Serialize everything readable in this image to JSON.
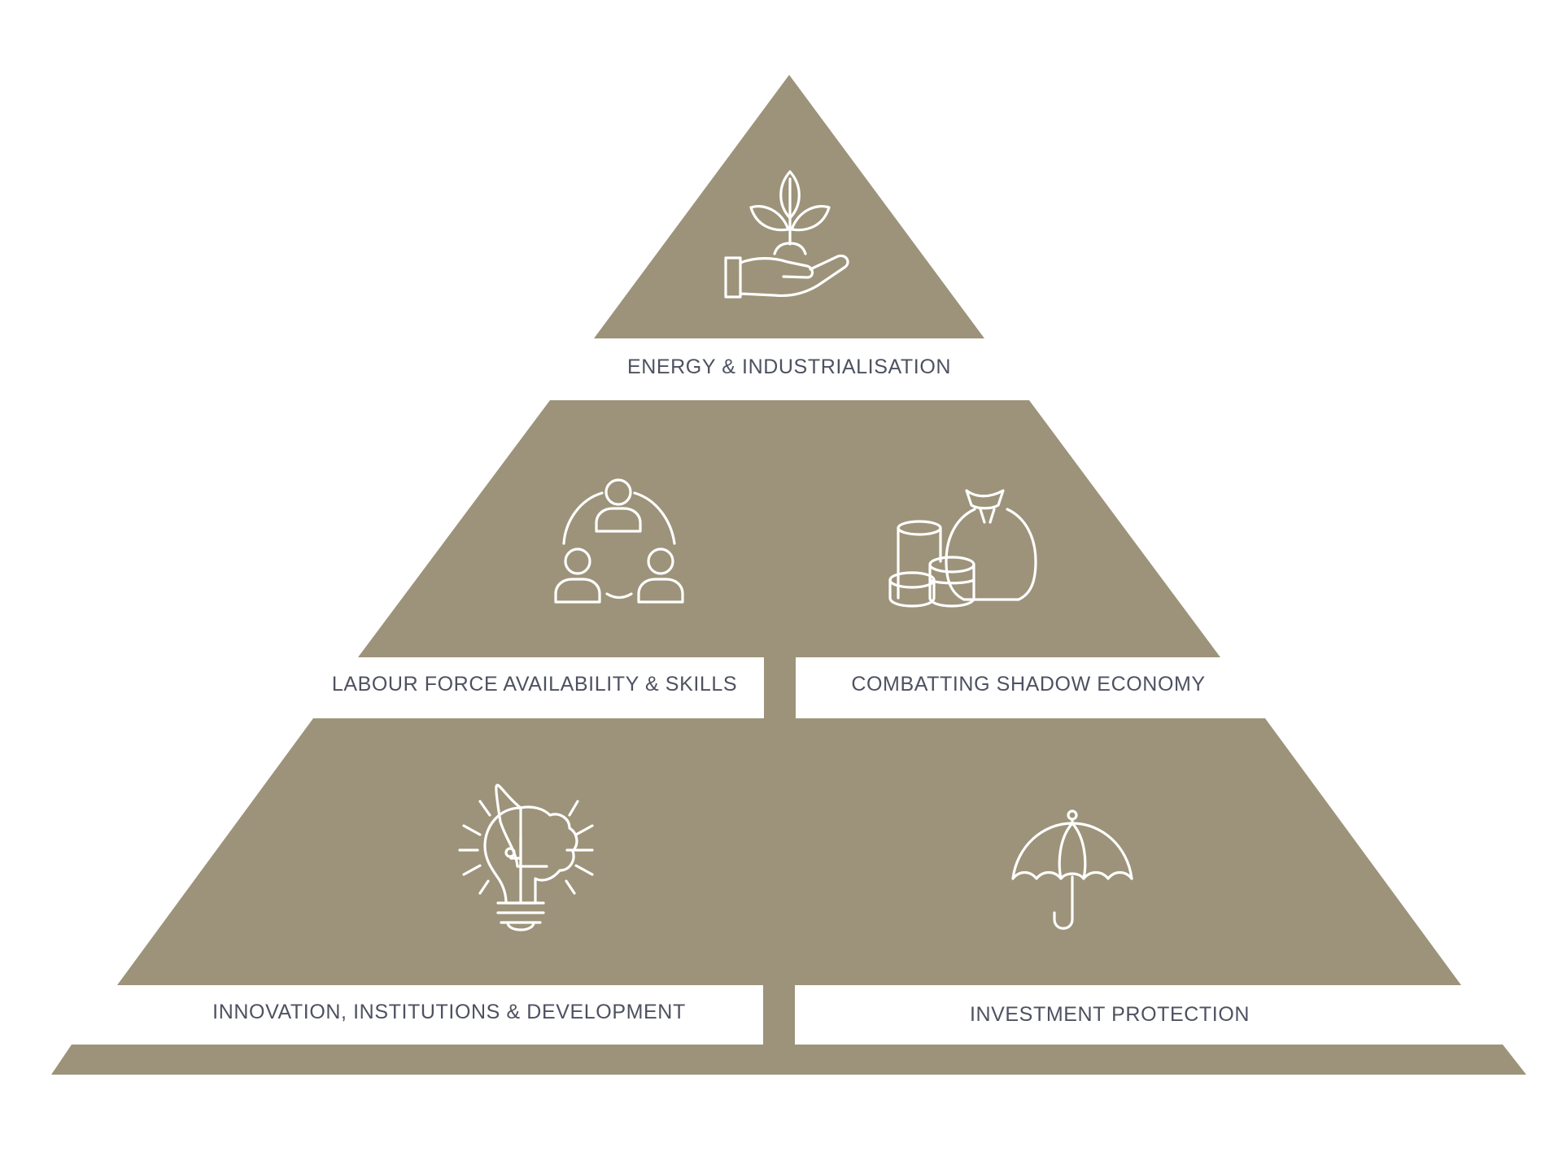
{
  "colors": {
    "accent": "#9c937a",
    "text": "#4e5160",
    "icon_line": "#ffffff",
    "background": "#ffffff"
  },
  "pyramid": {
    "top": {
      "label": "ENERGY & INDUSTRIALISATION",
      "icon": "hand-with-sprout-icon"
    },
    "middle": [
      {
        "label": "LABOUR FORCE AVAILABILITY & SKILLS",
        "icon": "people-cycle-icon"
      },
      {
        "label": "COMBATTING SHADOW ECONOMY",
        "icon": "money-bag-coins-icon"
      }
    ],
    "bottom": [
      {
        "label": "INNOVATION, INSTITUTIONS & DEVELOPMENT",
        "icon": "lightbulb-brain-icon"
      },
      {
        "label": "INVESTMENT PROTECTION",
        "icon": "umbrella-icon"
      }
    ]
  }
}
